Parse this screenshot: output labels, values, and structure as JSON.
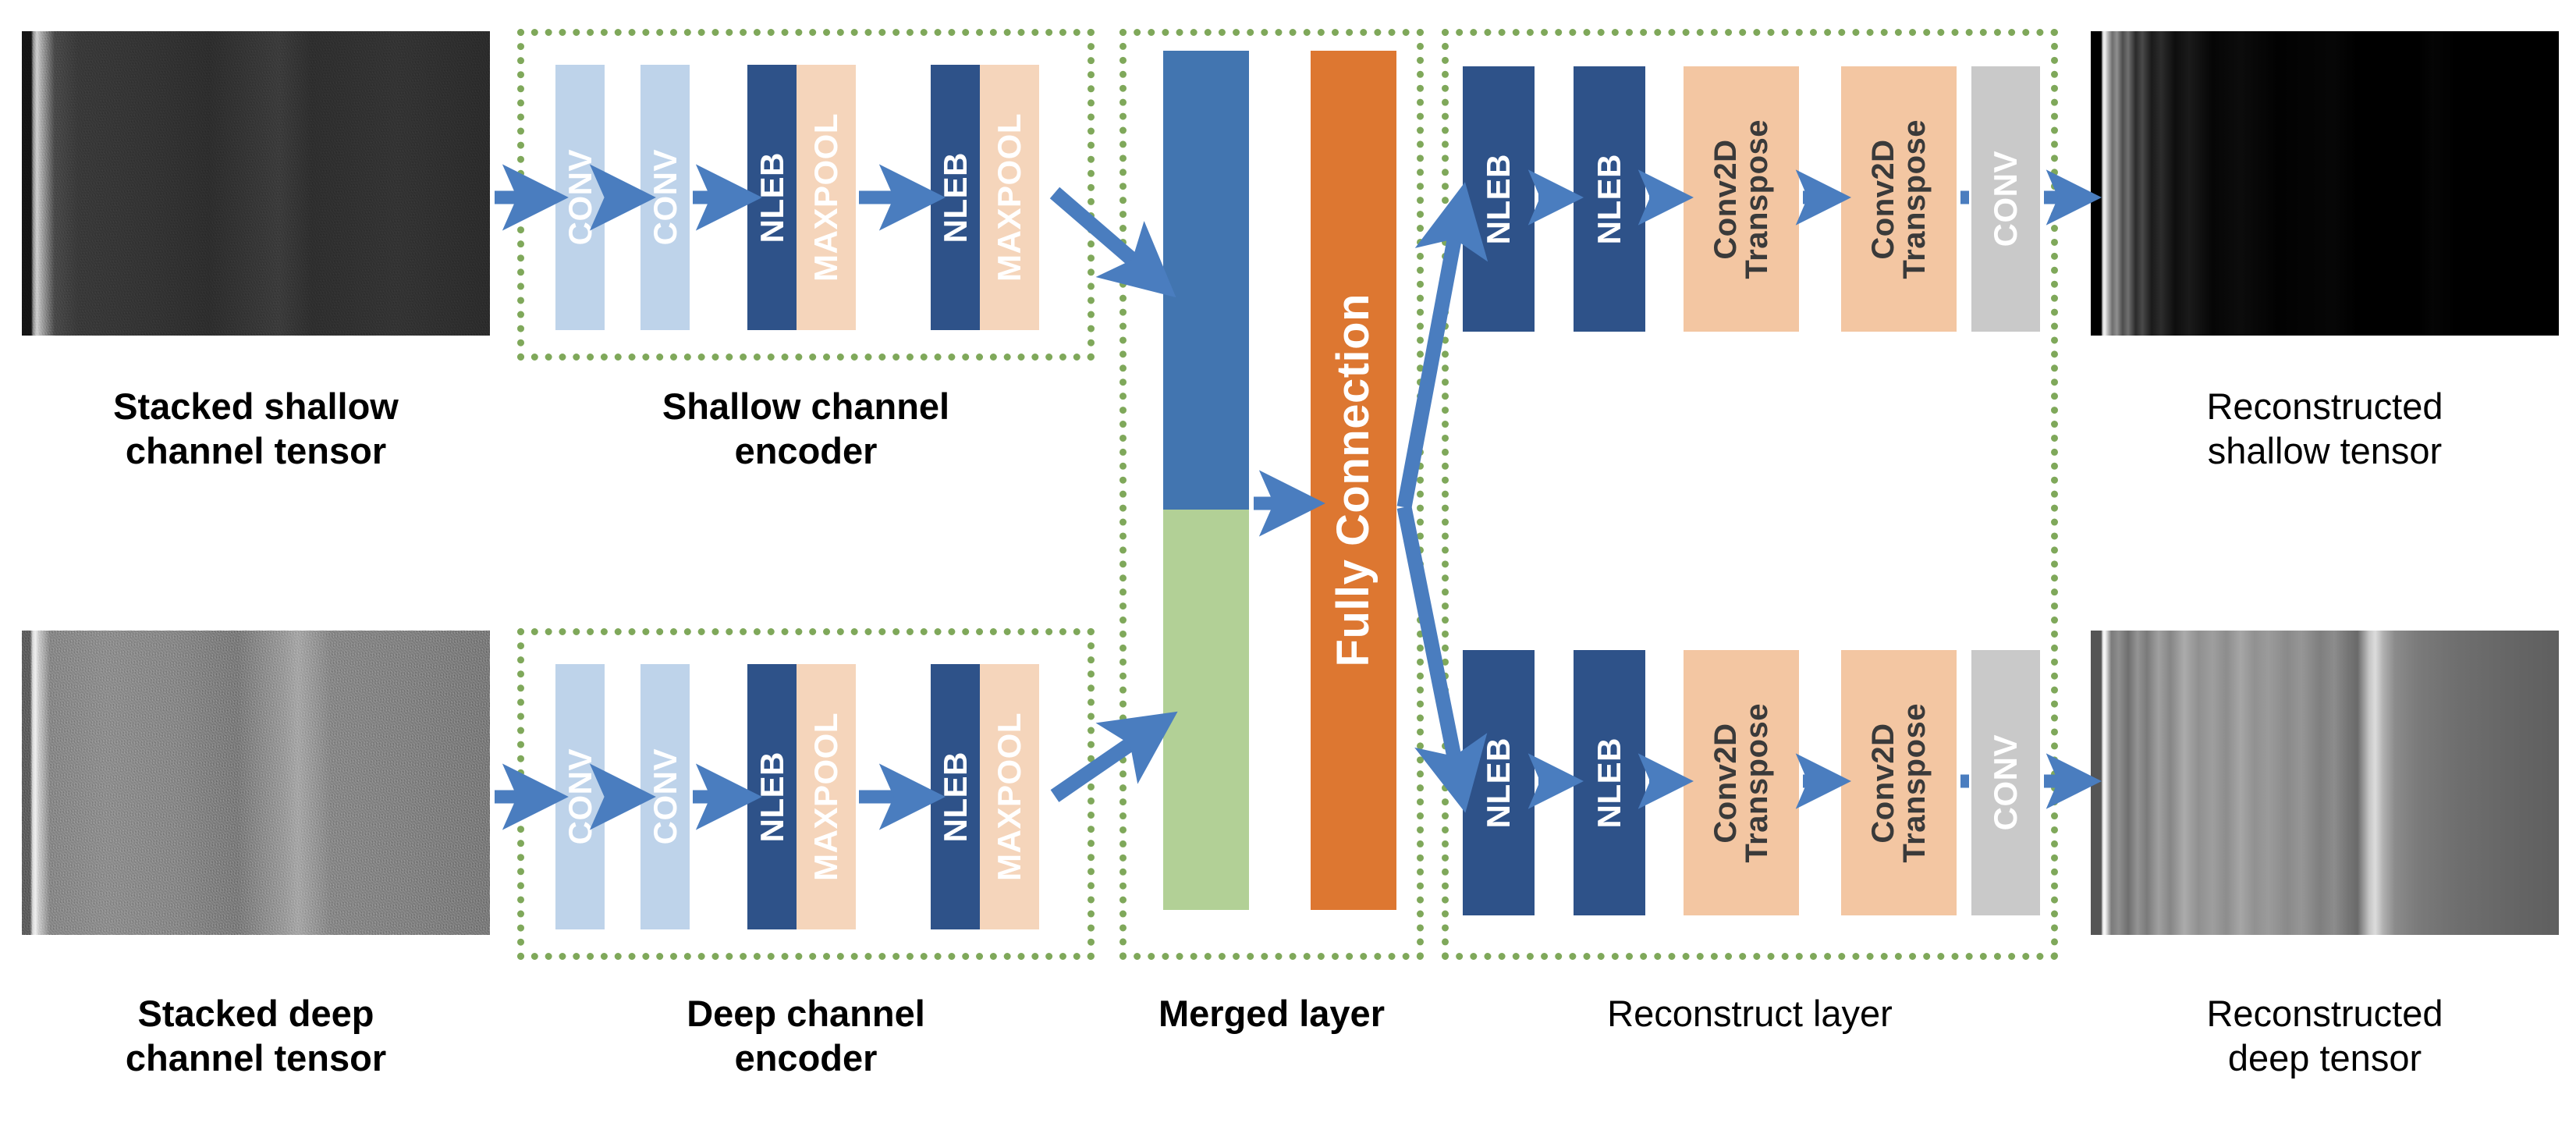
{
  "diagram": {
    "title": "Dual-branch encoder-decoder network architecture",
    "colors": {
      "group_border": "#7FA85A",
      "conv_light": "#BED3EA",
      "nleb": "#2E5289",
      "maxpool": "#F5D5BB",
      "deconv": "#F3C6A2",
      "conv_gray": "#C9C9C9",
      "fully_connection": "#DD7731",
      "merge_shallow": "#4275B0",
      "merge_deep": "#B2D096",
      "arrow": "#4A7DBF"
    }
  },
  "inputs": {
    "shallow": {
      "caption": "Stacked shallow\nchannel tensor",
      "icon": "seismic-tensor-dark"
    },
    "deep": {
      "caption": "Stacked deep\nchannel tensor",
      "icon": "seismic-tensor-gray"
    }
  },
  "outputs": {
    "shallow": {
      "caption": "Reconstructed\nshallow tensor",
      "icon": "reconstructed-tensor-dark"
    },
    "deep": {
      "caption": "Reconstructed\ndeep tensor",
      "icon": "reconstructed-tensor-gray"
    }
  },
  "groups": {
    "shallow_encoder": {
      "caption": "Shallow channel\nencoder"
    },
    "deep_encoder": {
      "caption": "Deep channel\nencoder"
    },
    "merged_layer": {
      "caption": "Merged layer"
    },
    "reconstruct_layer": {
      "caption": "Reconstruct layer"
    }
  },
  "encoder_blocks": {
    "shallow": [
      {
        "label": "CONV",
        "type": "conv_light"
      },
      {
        "label": "CONV",
        "type": "conv_light"
      },
      {
        "label": "NLEB",
        "type": "nleb"
      },
      {
        "label": "MAXPOOL",
        "type": "maxpool"
      },
      {
        "label": "NLEB",
        "type": "nleb"
      },
      {
        "label": "MAXPOOL",
        "type": "maxpool"
      }
    ],
    "deep": [
      {
        "label": "CONV",
        "type": "conv_light"
      },
      {
        "label": "CONV",
        "type": "conv_light"
      },
      {
        "label": "NLEB",
        "type": "nleb"
      },
      {
        "label": "MAXPOOL",
        "type": "maxpool"
      },
      {
        "label": "NLEB",
        "type": "nleb"
      },
      {
        "label": "MAXPOOL",
        "type": "maxpool"
      }
    ]
  },
  "merged": {
    "shallow_segment_label": "",
    "deep_segment_label": "",
    "fully_connection_label": "Fully Connection"
  },
  "decoder_blocks": {
    "shallow": [
      {
        "label": "NLEB",
        "type": "nleb"
      },
      {
        "label": "NLEB",
        "type": "nleb"
      },
      {
        "label": "Conv2D\nTranspose",
        "type": "deconv"
      },
      {
        "label": "Conv2D\nTranspose",
        "type": "deconv"
      },
      {
        "label": "CONV",
        "type": "conv_gray"
      }
    ],
    "deep": [
      {
        "label": "NLEB",
        "type": "nleb"
      },
      {
        "label": "NLEB",
        "type": "nleb"
      },
      {
        "label": "Conv2D\nTranspose",
        "type": "deconv"
      },
      {
        "label": "Conv2D\nTranspose",
        "type": "deconv"
      },
      {
        "label": "CONV",
        "type": "conv_gray"
      }
    ]
  }
}
